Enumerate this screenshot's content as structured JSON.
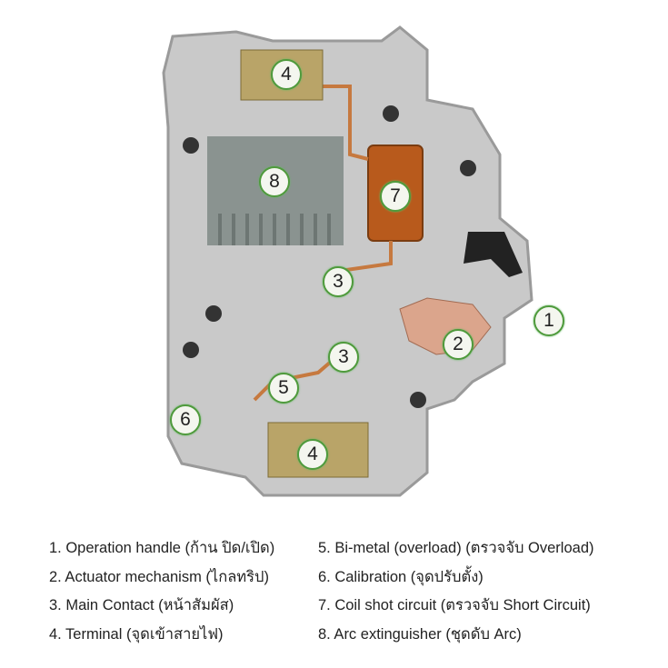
{
  "markers": [
    "1",
    "2",
    "3",
    "3",
    "4",
    "4",
    "5",
    "6",
    "7",
    "8"
  ],
  "legend": {
    "left": [
      "1. Operation handle (ก้าน ปิด/เปิด)",
      "2. Actuator mechanism (ไกลทริป)",
      "3. Main Contact (หน้าสัมผัส)",
      "4. Terminal (จุดเข้าสายไฟ)"
    ],
    "right": [
      "5. Bi-metal (overload) (ตรวจจับ Overload)",
      "6. Calibration (จุดปรับตั้ง)",
      "7. Coil shot circuit (ตรวจจับ Short Circuit)",
      "8. Arc extinguisher (ชุดดับ Arc)"
    ]
  }
}
